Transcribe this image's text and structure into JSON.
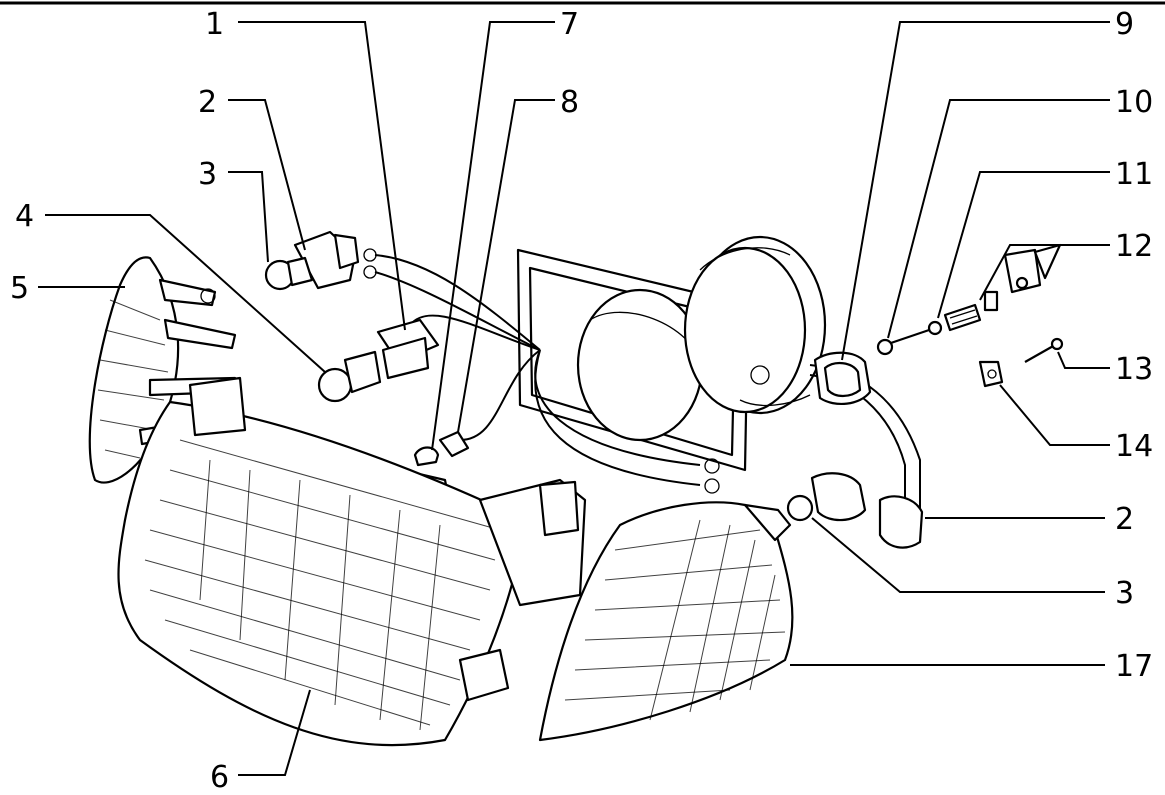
{
  "diagram": {
    "callouts": [
      "1",
      "2",
      "3",
      "4",
      "5",
      "6",
      "7",
      "8",
      "9",
      "10",
      "11",
      "12",
      "13",
      "14",
      "2",
      "3",
      "17"
    ],
    "colors": {
      "ink": "#000000",
      "paper": "#ffffff"
    }
  }
}
